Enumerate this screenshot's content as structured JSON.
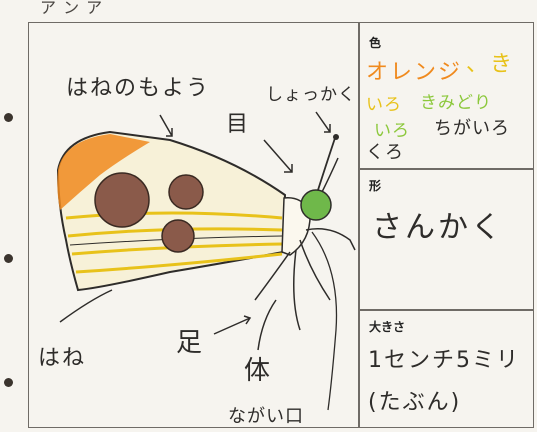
{
  "worksheet": {
    "top_scribble": "ア ン ア",
    "color_section": {
      "label": "色",
      "line1_part1": "オレンジ",
      "line1_part2": "、き",
      "line2_part1": "いろ",
      "line2_part2": "きみどり",
      "line3_part1": "いろ",
      "line3_part2": "ちがいろ",
      "line4": "くろ"
    },
    "shape_section": {
      "label": "形",
      "value": "さんかく"
    },
    "size_section": {
      "label": "大きさ",
      "value_line1": "1センチ5ミリ",
      "value_line2": "(たぶん)"
    },
    "drawing_labels": {
      "wing_pattern": "はねのもよう",
      "antenna": "しょっかく",
      "eye": "目",
      "wing": "はね",
      "leg": "足",
      "body": "体",
      "mouth": "ながい口"
    },
    "colors": {
      "orange": "#f08a1e",
      "yellow": "#e8c21a",
      "lightgreen": "#8cc83c",
      "brown": "#8a5a4a",
      "eye_green": "#6fb84a",
      "pencil": "#2e2c2a"
    }
  }
}
